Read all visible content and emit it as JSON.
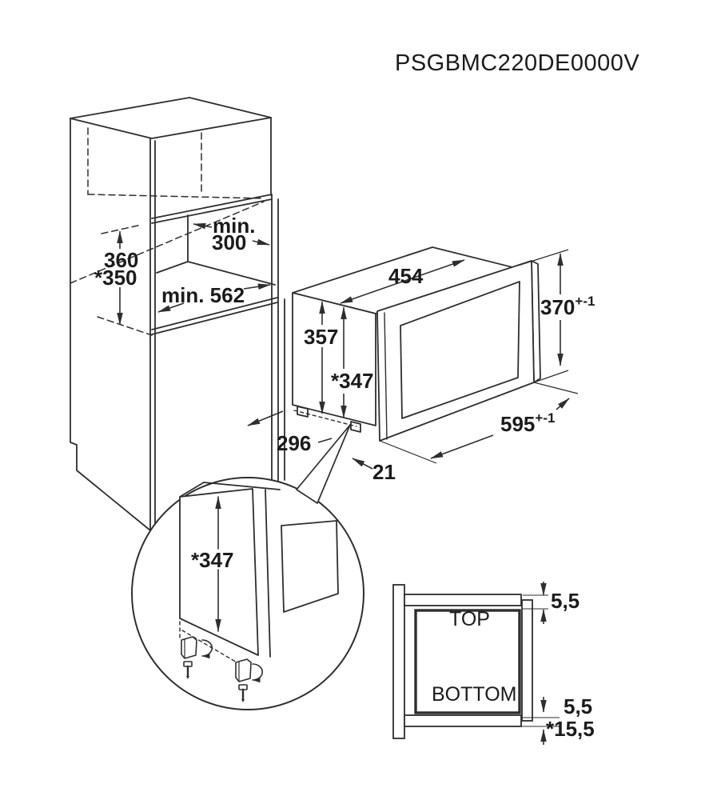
{
  "title": "PSGBMC220DE0000V",
  "cabinet": {
    "niche_height": "360",
    "niche_height_alt": "*350",
    "niche_depth_line1": "min.",
    "niche_depth_line2": "300",
    "niche_width": "min. 562"
  },
  "oven": {
    "body_width": "454",
    "body_height": "357",
    "recess_height": "*347",
    "front_height": "370",
    "front_height_tol": "+-1",
    "front_width": "595",
    "front_width_tol": "+-1",
    "rear_depth": "296",
    "foot_inset": "21"
  },
  "detail": {
    "recess_height": "*347"
  },
  "section": {
    "top_label": "TOP",
    "bottom_label": "BOTTOM",
    "gap_top": "5,5",
    "gap_bottom": "5,5",
    "gap_bottom_total": "*15,5"
  },
  "colors": {
    "line": "#2e2e2e",
    "text": "#1b1b1b",
    "background": "#ffffff"
  }
}
